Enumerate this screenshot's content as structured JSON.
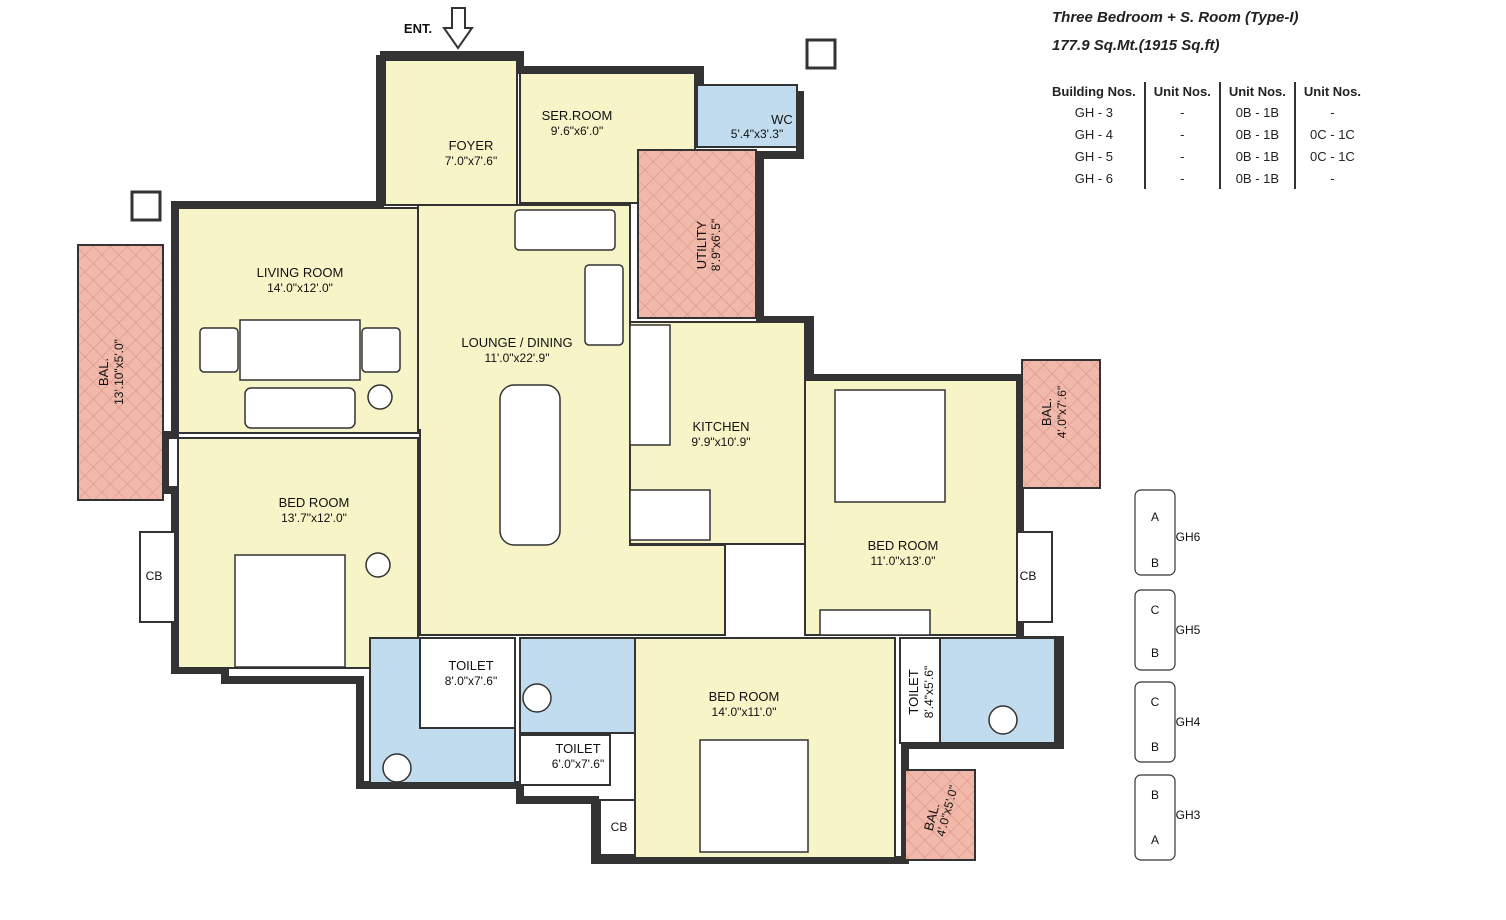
{
  "header": {
    "title": "Three Bedroom + S. Room (Type-I)",
    "area": "177.9 Sq.Mt.(1915 Sq.ft)"
  },
  "table": {
    "columns": [
      "Building Nos.",
      "Unit   Nos.",
      "Unit   Nos.",
      "Unit   Nos."
    ],
    "rows": [
      [
        "GH - 3",
        "-",
        "0B - 1B",
        "-"
      ],
      [
        "GH - 4",
        "-",
        "0B - 1B",
        "0C - 1C"
      ],
      [
        "GH - 5",
        "-",
        "0B - 1B",
        "0C - 1C"
      ],
      [
        "GH - 6",
        "-",
        "0B - 1B",
        "-"
      ]
    ]
  },
  "plan": {
    "entrance": "ENT.",
    "rooms": {
      "foyer": {
        "name": "FOYER",
        "dim": "7'.0\"x7'.6\""
      },
      "ser_room": {
        "name": "SER.ROOM",
        "dim": "9'.6\"x6'.0\""
      },
      "wc": {
        "name": "WC",
        "dim": "5'.4\"x3'.3\""
      },
      "utility": {
        "name": "UTILITY",
        "dim": "8'.9\"x6'.5\""
      },
      "living": {
        "name": "LIVING ROOM",
        "dim": "14'.0\"x12'.0\""
      },
      "lounge": {
        "name": "LOUNGE / DINING",
        "dim": "11'.0\"x22'.9\""
      },
      "kitchen": {
        "name": "KITCHEN",
        "dim": "9'.9\"x10'.9\""
      },
      "bal_left": {
        "name": "BAL.",
        "dim": "13'.10\"x5'.0\""
      },
      "bal_right": {
        "name": "BAL.",
        "dim": "4'.0\"x7'.6\""
      },
      "bal_bottom": {
        "name": "BAL.",
        "dim": "4'.0\"x5'.0\""
      },
      "bed1": {
        "name": "BED ROOM",
        "dim": "13'.7\"x12'.0\""
      },
      "bed2": {
        "name": "BED ROOM",
        "dim": "11'.0\"x13'.0\""
      },
      "bed3": {
        "name": "BED ROOM",
        "dim": "14'.0\"x11'.0\""
      },
      "toilet1": {
        "name": "TOILET",
        "dim": "8'.0\"x7'.6\""
      },
      "toilet2": {
        "name": "TOILET",
        "dim": "6'.0\"x7'.6\""
      },
      "toilet3": {
        "name": "TOILET",
        "dim": "8'.4\"x5'.6\""
      }
    },
    "cupboards": [
      "CB",
      "CB",
      "CB"
    ]
  },
  "key_plan": {
    "labels": [
      "A",
      "GH6",
      "B",
      "C",
      "GH5",
      "B",
      "C",
      "GH4",
      "B",
      "B",
      "GH3",
      "A"
    ]
  },
  "colors": {
    "room_fill": "#f7f5c8",
    "wet_fill": "#c2dcef",
    "balcony_fill": "#f1b9a9",
    "wall": "#333333"
  }
}
